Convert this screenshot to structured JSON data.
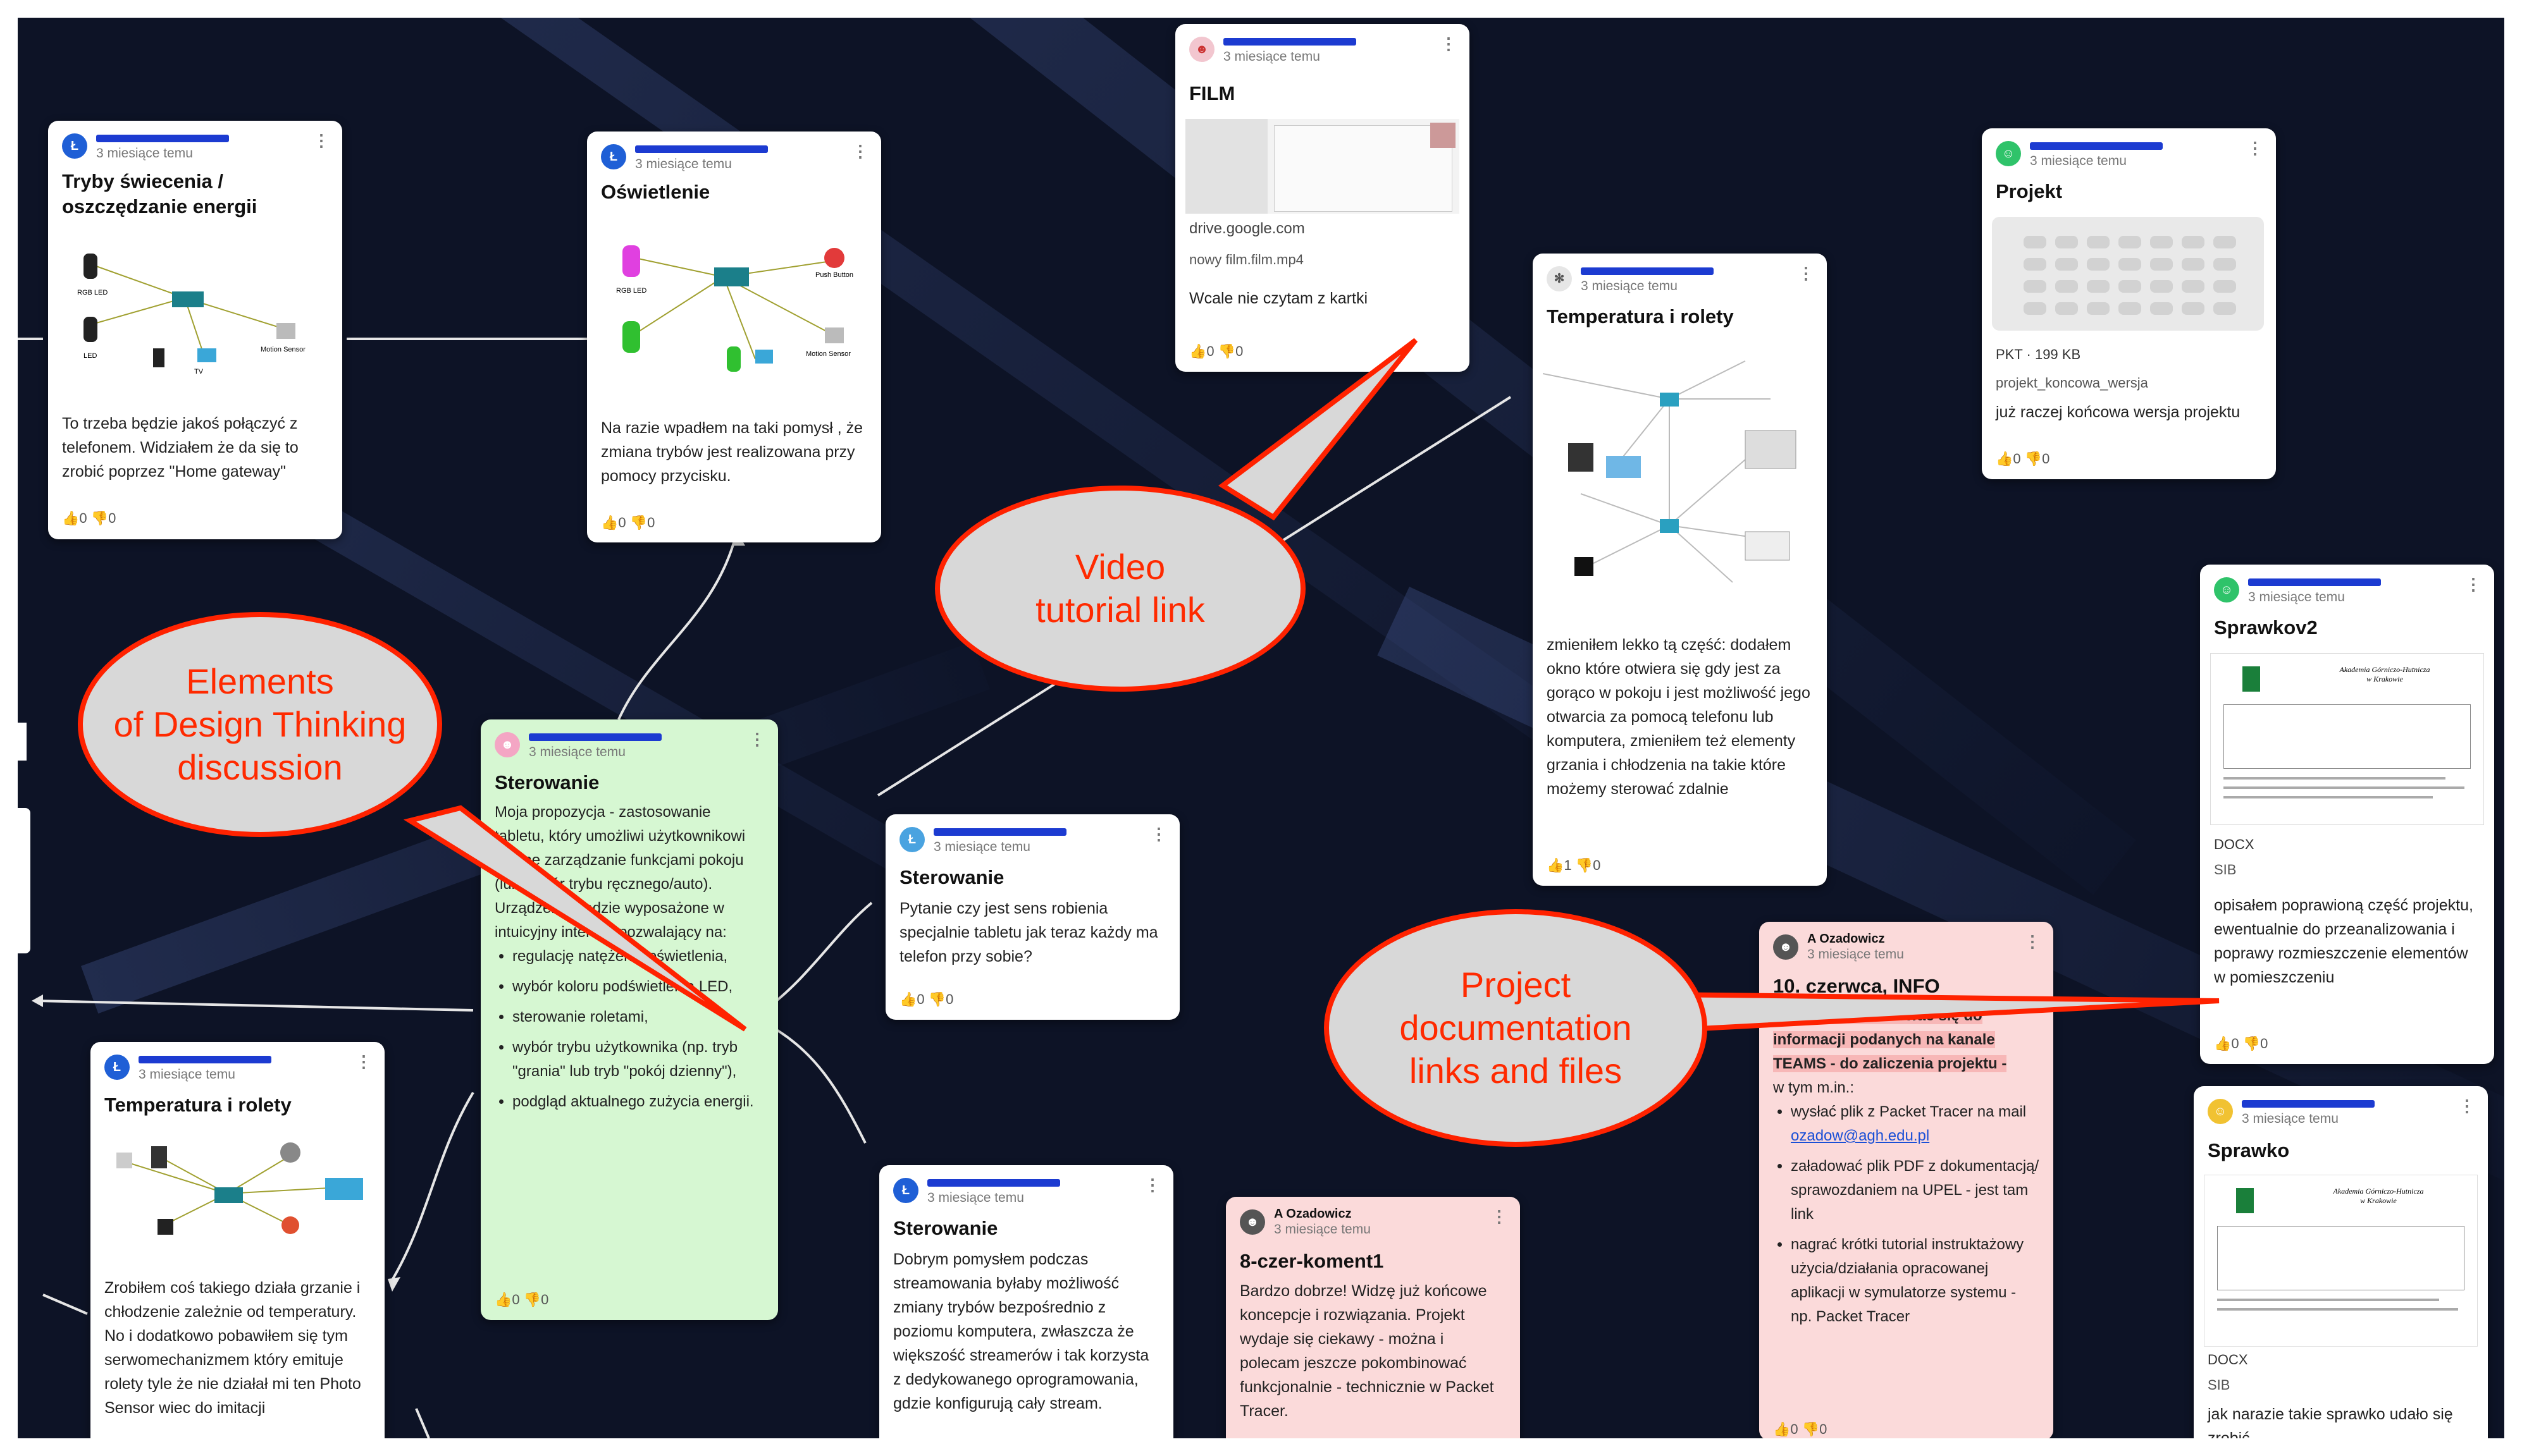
{
  "cards": [
    {
      "id": "c1",
      "avatar": "Ł",
      "avatar_color": "#1f5fd6",
      "time": "3 miesiące temu",
      "title_lines": [
        "Tryby świecenia /",
        "oszczędzanie energii"
      ],
      "body": "To trzeba będzie jakoś połączyć z telefonem. Widziałem że da się to zrobić poprzez \"Home gateway\"",
      "reactions": "👍0 👎0"
    },
    {
      "id": "c2",
      "avatar": "Ł",
      "avatar_color": "#1f5fd6",
      "time": "3 miesiące temu",
      "title": "Oświetlenie",
      "body": "Na razie wpadłem na taki pomysł , że zmiana trybów jest realizowana przy pomocy przycisku.",
      "reactions": "👍0 👎0"
    },
    {
      "id": "c3",
      "time": "3 miesiące temu",
      "title": "FILM",
      "domain": "drive.google.com",
      "file": "nowy film.film.mp4",
      "body": "Wcale nie czytam z kartki",
      "reactions": "👍0 👎0"
    },
    {
      "id": "c4",
      "time": "3 miesiące temu",
      "title": "Temperatura i rolety",
      "body": "zmieniłem lekko tą część: dodałem okno które otwiera się gdy jest za gorąco w pokoju i jest możliwość jego otwarcia za pomocą telefonu lub komputera, zmieniłem też elementy grzania i chłodzenia na takie które możemy sterować zdalnie",
      "reactions": "👍1 👎0"
    },
    {
      "id": "c5",
      "time": "3 miesiące temu",
      "title": "Projekt",
      "file_type": "PKT",
      "file_size": "199 KB",
      "file": "projekt_koncowa_wersja",
      "body": "już raczej końcowa wersja projektu",
      "reactions": "👍0 👎0"
    },
    {
      "id": "c6",
      "time": "3 miesiące temu",
      "title": "Sprawkov2",
      "file_type": "DOCX",
      "file_size": "SIB",
      "body": "opisałem poprawioną część projektu, ewentualnie do przeanalizowania i poprawy rozmieszczenie elementów w pomieszczeniu",
      "reactions": "👍0 👎0"
    },
    {
      "id": "c7",
      "time": "3 miesiące temu",
      "title": "Sterowanie",
      "body_lines": [
        "Moja propozycja - zastosowanie tabletu, który umożliwi użytkownikowi ręczne zarządzanie funkcjami pokoju (lub wybór trybu ręcznego/auto). Urządzenie będzie wyposażone w intuicyjny interfejs pozwalający na:"
      ],
      "bullets": [
        "regulację natężenia oświetlenia,",
        "wybór koloru podświetlenia LED,",
        "sterowanie roletami,",
        "wybór trybu użytkownika (np. tryb \"grania\" lub tryb \"pokój dzienny\"),",
        "podgląd aktualnego zużycia energii."
      ],
      "reactions": "👍0 👎0"
    },
    {
      "id": "c8",
      "avatar": "Ł",
      "avatar_color": "#1f5fd6",
      "time": "3 miesiące temu",
      "title": "Sterowanie",
      "body": "Pytanie czy jest sens robienia specjalnie tabletu jak teraz każdy ma telefon przy sobie?",
      "reactions": "👍0 👎0"
    },
    {
      "id": "c9",
      "author": "A Ozadowicz",
      "time": "3 miesiące temu",
      "title": "10. czerwca, INFO",
      "body_hl": "WAŻNE!!! Zastosować się do informacji podanych na kanale TEAMS - do zaliczenia projektu -",
      "body_after": "w tym m.in.:",
      "bullets": [
        "wysłać plik z Packet Tracer na mail ",
        "załadować plik PDF z dokumentacją/ sprawozdaniem na UPEL - jest tam link",
        "nagrać krótki tutorial instruktażowy użycia/działania opracowanej aplikacji w symulatorze systemu - np. Packet Tracer"
      ],
      "email": "ozadow@agh.edu.pl",
      "reactions": "👍0 👎0"
    },
    {
      "id": "c10",
      "avatar": "Ł",
      "avatar_color": "#1f5fd6",
      "time": "3 miesiące temu",
      "title": "Temperatura i rolety",
      "body": "Zrobiłem coś takiego działa grzanie i chłodzenie zależnie od temperatury. No i dodatkowo pobawiłem się tym serwomechanizmem który emituje rolety tyle że nie działał mi ten Photo Sensor wiec do imitacji"
    },
    {
      "id": "c11",
      "avatar": "Ł",
      "avatar_color": "#1f5fd6",
      "time": "3 miesiące temu",
      "title": "Sterowanie",
      "body": "Dobrym pomysłem podczas streamowania byłaby możliwość zmiany trybów bezpośrednio z poziomu komputera, zwłaszcza że większość streamerów i tak korzysta z dedykowanego oprogramowania, gdzie konfigurują cały stream."
    },
    {
      "id": "c12",
      "author": "A Ozadowicz",
      "time": "3 miesiące temu",
      "title": "8-czer-koment1",
      "body": "Bardzo dobrze! Widzę już końcowe koncepcje i rozwiązania. Projekt wydaje się ciekawy - można i polecam jeszcze pokombinować funkcjonalnie - technicznie w Packet Tracer."
    },
    {
      "id": "c13",
      "time": "3 miesiące temu",
      "title": "Sprawko",
      "file_type": "DOCX",
      "file_size": "SIB",
      "body": "jak narazie takie sprawko udało się zrobić"
    }
  ],
  "doc_heading": [
    "Akademia Górniczo-Hutnicza",
    "w Krakowie"
  ],
  "diagram_labels": {
    "rgb_led": "RGB LED",
    "led": "LED",
    "motion": "Motion Sensor",
    "tv": "TV",
    "push": "Push Button"
  },
  "callouts": [
    {
      "id": "design",
      "lines": [
        "Elements",
        "of Design Thinking",
        "discussion"
      ]
    },
    {
      "id": "video",
      "lines": [
        "Video",
        "tutorial link"
      ]
    },
    {
      "id": "docs",
      "lines": [
        "Project",
        "documentation",
        "links and files"
      ]
    }
  ],
  "colors": {
    "callout_border": "#ff2200",
    "callout_text": "#ff2a00",
    "board": "#0d1326"
  }
}
